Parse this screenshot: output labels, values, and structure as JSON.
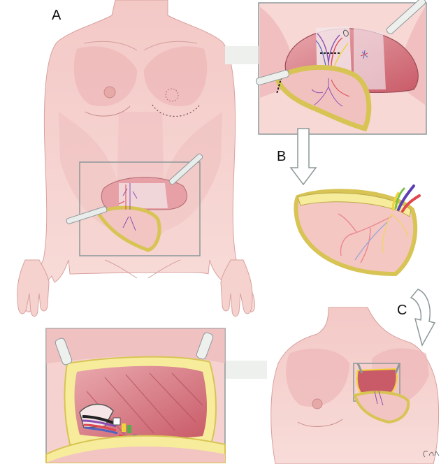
{
  "panels": {
    "a": {
      "label": "A"
    },
    "b": {
      "label": "B"
    },
    "c": {
      "label": "C"
    }
  },
  "signature": "Car",
  "colors": {
    "skin": "#f6d2cf",
    "skin_dark": "#edb3b1",
    "muscle": "#e7a6aa",
    "muscle_deep": "#c9646f",
    "fat": "#f6ec9c",
    "fat_edge": "#d8c455",
    "frame": "#8d9899",
    "vessel_red": "#e0474f",
    "vessel_blue": "#4f63c2",
    "vessel_purple": "#8a4fb3",
    "nerve_yellow": "#f1d23a",
    "clip_green": "#55b04a"
  }
}
